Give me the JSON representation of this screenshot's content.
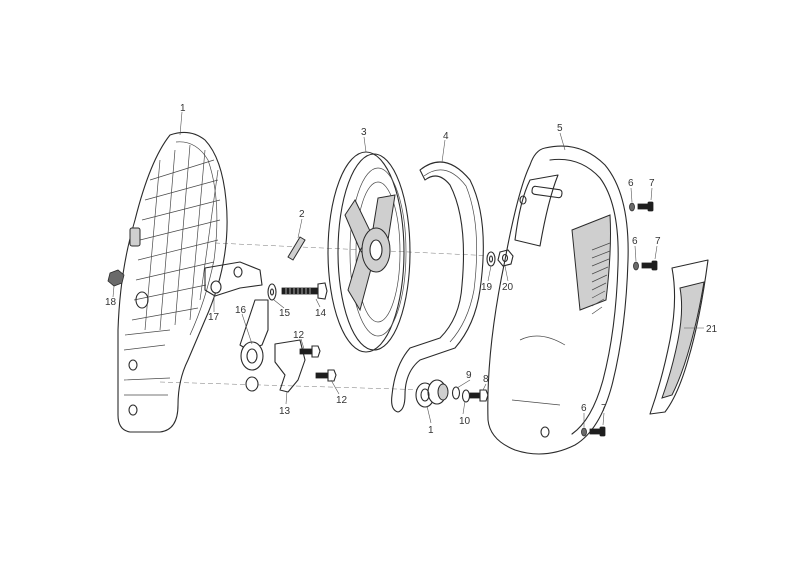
{
  "labels": {
    "l1": "1",
    "l2": "2",
    "l3": "3",
    "l4": "4",
    "l5": "5",
    "l6a": "6",
    "l6b": "6",
    "l6c": "6",
    "l7a": "7",
    "l7b": "7",
    "l7c": "7",
    "l8": "8",
    "l9": "9",
    "l10": "10",
    "l11": "1",
    "l12a": "12",
    "l12b": "12",
    "l13": "13",
    "l14": "14",
    "l15": "15",
    "l16": "16",
    "l17": "17",
    "l18": "18",
    "l19": "19",
    "l20": "20",
    "l21": "21"
  },
  "colors": {
    "line": "#2b2b2b",
    "shade": "#cfcfcf",
    "dark": "#1e1e1e",
    "background": "#ffffff"
  }
}
